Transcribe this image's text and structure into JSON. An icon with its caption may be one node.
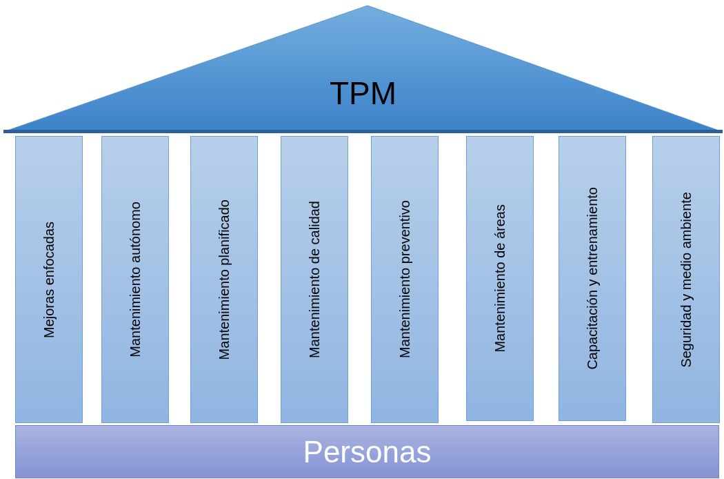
{
  "diagram": {
    "nodes": [
      {
        "text": [
          "TPM"
        ]
      },
      {
        "text": [
          "Mejoras enfocadas"
        ]
      },
      {
        "text": [
          "Mantenimiento autónomo"
        ]
      },
      {
        "text": [
          "Mantenimiento planificado"
        ]
      },
      {
        "text": [
          "Mantenimiento de calidad"
        ]
      },
      {
        "text": [
          "Mantenimiento preventivo"
        ]
      },
      {
        "text": [
          "Mantenimiento de áreas"
        ]
      },
      {
        "text": [
          "Capacitación y entrenamiento"
        ]
      },
      {
        "text": [
          "Seguridad y medio ambiente"
        ]
      },
      {
        "text": [
          "Personas"
        ]
      }
    ]
  }
}
